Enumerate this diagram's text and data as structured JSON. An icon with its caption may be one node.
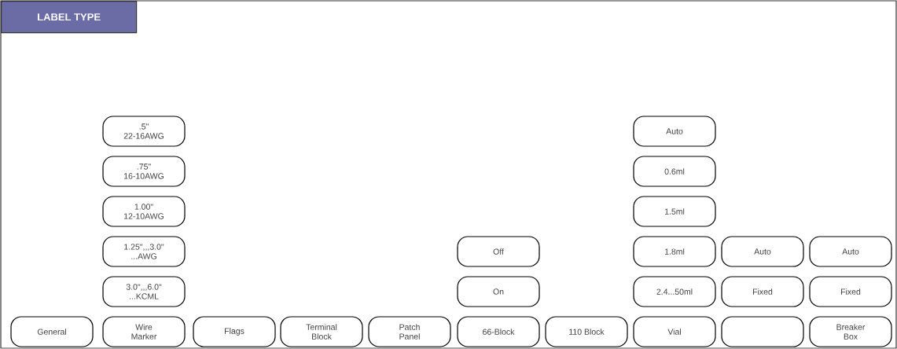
{
  "diagram": {
    "title": "LABEL TYPE",
    "nodes": [
      {
        "text": [
          ".5\" 22-16AWG"
        ]
      },
      {
        "text": [
          "Auto"
        ]
      },
      {
        "text": [
          ".75\" 16-10AWG"
        ]
      },
      {
        "text": [
          "0.6ml"
        ]
      },
      {
        "text": [
          "1.00\" 12-10AWG"
        ]
      },
      {
        "text": [
          "1.5ml"
        ]
      },
      {
        "text": [
          "1.25\",,,3.0\" ...AWG"
        ]
      },
      {
        "text": [
          "Off"
        ]
      },
      {
        "text": [
          "1.8ml"
        ]
      },
      {
        "text": [
          "Auto"
        ]
      },
      {
        "text": [
          "Auto"
        ]
      },
      {
        "text": [
          "3.0\",,,6.0\" ...KCML"
        ]
      },
      {
        "text": [
          "On"
        ]
      },
      {
        "text": [
          "2.4...50ml"
        ]
      },
      {
        "text": [
          "Fixed"
        ]
      },
      {
        "text": [
          "Fixed"
        ]
      },
      {
        "text": [
          "General"
        ]
      },
      {
        "text": [
          "Wire Marker"
        ]
      },
      {
        "text": [
          "Flags"
        ]
      },
      {
        "text": [
          "Terminal Block"
        ]
      },
      {
        "text": [
          "Patch Panel"
        ]
      },
      {
        "text": [
          "66-Block"
        ]
      },
      {
        "text": [
          "110 Block"
        ]
      },
      {
        "text": [
          "Vial"
        ]
      },
      {
        "text": [],
        "shape": "box"
      },
      {
        "text": [
          "Breaker Box"
        ]
      }
    ]
  }
}
